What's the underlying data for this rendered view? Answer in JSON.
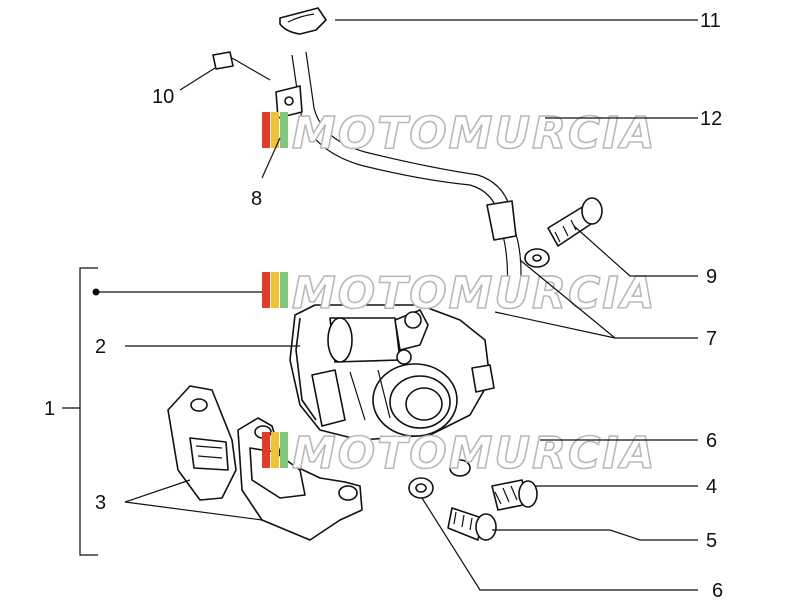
{
  "watermark": {
    "text": "MOTOMURCIA",
    "colors": {
      "stripe_red": "#e23b2e",
      "stripe_yellow": "#f2c230",
      "stripe_green": "#7fc97a",
      "stripe_grey": "#cfcfcf"
    }
  },
  "callouts": {
    "c1": "1",
    "c2": "2",
    "c3": "3",
    "c4": "4",
    "c5": "5",
    "c6_top": "6",
    "c6_bottom": "6",
    "c7": "7",
    "c8": "8",
    "c9": "9",
    "c10": "10",
    "c11": "11",
    "c12": "12"
  },
  "colors": {
    "line": "#111111",
    "background": "#ffffff",
    "watermark_outline": "#b9b9b9"
  }
}
